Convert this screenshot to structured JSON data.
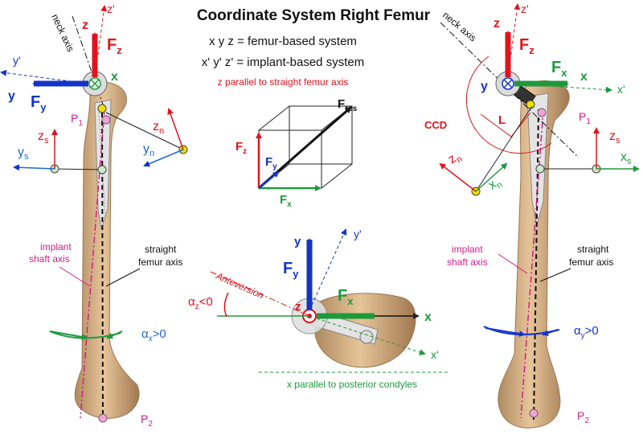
{
  "title": "Coordinate System Right Femur",
  "legend": {
    "line1": "x y z  = femur-based system",
    "line2": "x' y' z' = implant-based system",
    "line3": "z parallel to straight femur axis"
  },
  "left": {
    "neck_axis": "neck axis",
    "z": "z",
    "z_prime": "z'",
    "y": "y",
    "y_prime": "y'",
    "x": "x",
    "Fz": "F",
    "Fz_sub": "z",
    "Fy": "F",
    "Fy_sub": "y",
    "P1": "P",
    "P1_sub": "1",
    "P2": "P",
    "P2_sub": "2",
    "zn": "z",
    "zn_sub": "n",
    "yn": "y",
    "yn_sub": "n",
    "zs": "z",
    "zs_sub": "s",
    "ys": "y",
    "ys_sub": "s",
    "implant_axis_1": "implant",
    "implant_axis_2": "shaft axis",
    "straight_axis_1": "straight",
    "straight_axis_2": "femur axis",
    "alpha": "α",
    "alpha_sub": "x",
    "alpha_rel": ">0"
  },
  "right": {
    "neck_axis": "neck axis",
    "z": "z",
    "z_prime": "z'",
    "y": "y",
    "x": "x",
    "x_prime": "x'",
    "Fz": "F",
    "Fz_sub": "z",
    "Fx": "F",
    "Fx_sub": "x",
    "CCD": "CCD",
    "L": "L",
    "P1": "P",
    "P1_sub": "1",
    "P2": "P",
    "P2_sub": "2",
    "zn": "z",
    "zn_sub": "n",
    "xn": "x",
    "xn_sub": "n",
    "zs": "z",
    "zs_sub": "s",
    "xs": "x",
    "xs_sub": "s",
    "implant_axis_1": "implant",
    "implant_axis_2": "shaft axis",
    "straight_axis_1": "straight",
    "straight_axis_2": "femur axis",
    "alpha": "α",
    "alpha_sub": "y",
    "alpha_rel": ">0"
  },
  "cube": {
    "Fres": "F",
    "Fres_sub": "res",
    "Fz": "F",
    "Fz_sub": "z",
    "Fy": "F",
    "Fy_sub": "y",
    "Fx": "F",
    "Fx_sub": "x"
  },
  "bottom": {
    "y": "y",
    "y_prime": "y'",
    "Fy": "F",
    "Fy_sub": "y",
    "Fx": "F",
    "Fx_sub": "x",
    "anteversion": "Anteversion",
    "alpha": "α",
    "alpha_sub": "z",
    "alpha_rel": "<0",
    "z": "z",
    "x": "x",
    "x_prime": "x'",
    "condyles": "x parallel to posterior condyles"
  },
  "colors": {
    "red": "#e0141e",
    "blue": "#1434c8",
    "green": "#1e9a3c",
    "magenta": "#d21e8c",
    "bone": "#d8b48a",
    "bone_dark": "#b08a60",
    "yellow": "#f0e000",
    "light_green": "#cfe8c8"
  }
}
